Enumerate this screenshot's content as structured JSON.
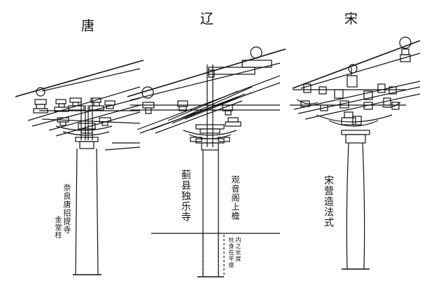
{
  "titles": {
    "tang": "唐",
    "liao": "辽",
    "song": "宋"
  },
  "labels": {
    "tang_building": "奈良唐招提寺",
    "tang_note": "金堂柱",
    "liao_building": "蓟县独乐寺",
    "liao_hall": "观音阁上檐",
    "liao_note_1": "内之长度",
    "liao_note_2": "柱身在平座",
    "song_source": "宋营造法式"
  }
}
